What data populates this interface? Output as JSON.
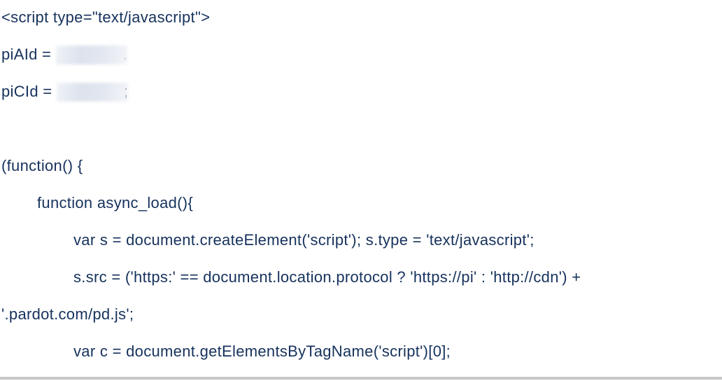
{
  "page": {
    "background_color": "#ffffff",
    "text_color": "#16325c",
    "divider_color": "#c7c7c7",
    "redaction_color": "#e0e4ee"
  },
  "code": {
    "language": "javascript",
    "description": "Pardot tracking code snippet",
    "lines": [
      {
        "text": "<script type=\"text/javascript\">"
      },
      {
        "text": "piAId = ",
        "redacted": true,
        "ghost": "."
      },
      {
        "text": "piCId = ",
        "redacted": true,
        "ghost": ";"
      },
      {
        "text": ""
      },
      {
        "text": "(function() {"
      },
      {
        "text": "function async_load(){"
      },
      {
        "text": "var s = document.createElement('script'); s.type = 'text/javascript';"
      },
      {
        "text": "s.src = ('https:' == document.location.protocol ? 'https://pi' : 'http://cdn') +"
      },
      {
        "text": "'.pardot.com/pd.js';"
      },
      {
        "text": "var c = document.getElementsByTagName('script')[0];"
      }
    ]
  }
}
